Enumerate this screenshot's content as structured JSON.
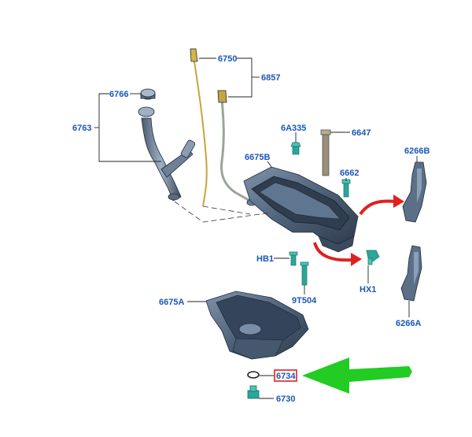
{
  "labels": {
    "p6750": "6750",
    "p6857": "6857",
    "p6766": "6766",
    "p6763": "6763",
    "p6A335": "6A335",
    "p6647": "6647",
    "p6675B": "6675B",
    "p6662": "6662",
    "p6266B": "6266B",
    "pHB1": "HB1",
    "p9T504": "9T504",
    "pHX1": "HX1",
    "p6266A": "6266A",
    "p6675A": "6675A",
    "p6734": "6734",
    "p6730": "6730"
  },
  "colors": {
    "label_text": "#1a56b8",
    "part_dark": "#3a4a5c",
    "part_mid": "#5b6f86",
    "part_light": "#8aa0b8",
    "fastener_teal": "#2aa79b",
    "red_arrow": "#e02020",
    "green_arrow": "#22cc22",
    "highlight_box": "#e02020",
    "dipstick_gold": "#c9a43a"
  },
  "highlighted_part": "6734"
}
